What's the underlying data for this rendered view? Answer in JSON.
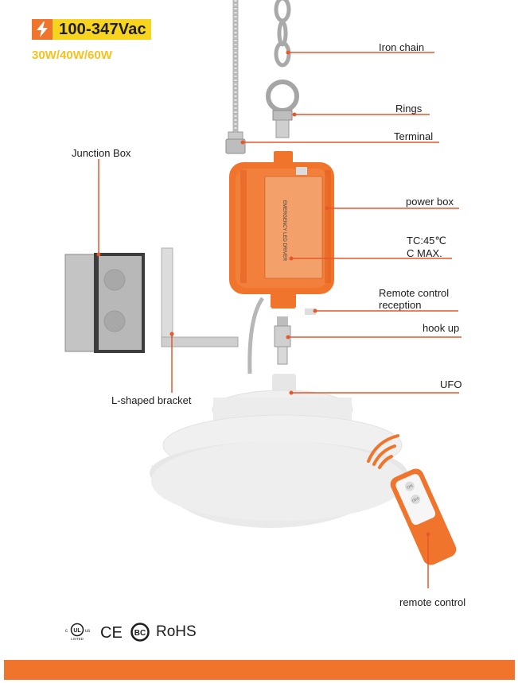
{
  "badge": {
    "voltage": "100-347Vac",
    "bolt_icon": "lightning-bolt-icon",
    "accent": "#f0742b",
    "badge_bg": "#f7d51f"
  },
  "wattage": "30W/40W/60W",
  "labels": {
    "iron_chain": "Iron chain",
    "rings": "Rings",
    "terminal": "Terminal",
    "junction_box": "Junction Box",
    "power_box": "power box",
    "tc_line1": "TC:45℃",
    "tc_line2": "C MAX.",
    "remote_reception_line1": "Remote control",
    "remote_reception_line2": "reception",
    "hook_up": "hook up",
    "ufo": "UFO",
    "l_bracket": "L-shaped bracket",
    "remote_control": "remote control"
  },
  "driver_label": "EMERGENCY LED DRIVER",
  "remote_buttons": {
    "on": "ON",
    "off": "OFF"
  },
  "certifications": {
    "ul": "UL",
    "ul_c": "c",
    "ul_us": "us",
    "ul_listed": "LISTED",
    "ce": "CE",
    "bc": "BC",
    "rohs": "RoHS"
  },
  "colors": {
    "orange": "#f0742b",
    "yellow": "#f7d51f",
    "leader": "#e8572a"
  }
}
